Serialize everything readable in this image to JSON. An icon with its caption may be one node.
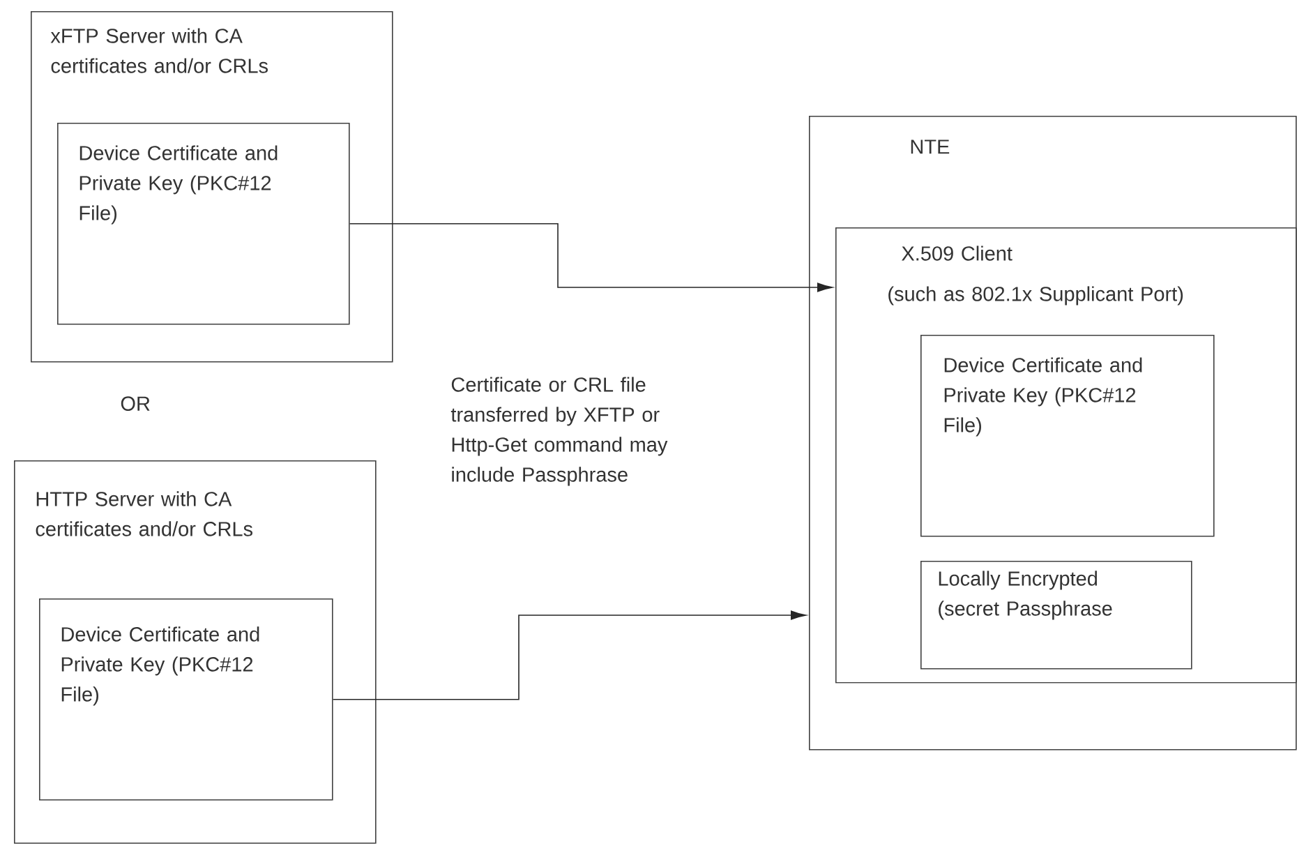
{
  "diagram": {
    "nodes": [
      {
        "text": [
          "xFTP Server with CA certificates and/or CRLs"
        ]
      },
      {
        "text": [
          "Device Certificate and Private Key (PKC#12 File)"
        ],
        "in": 0
      },
      {
        "text": [
          "HTTP Server with CA certificates and/or CRLs"
        ]
      },
      {
        "text": [
          "Device Certificate and Private Key (PKC#12 File)"
        ],
        "in": 2
      },
      {
        "text": [
          "NTE"
        ]
      },
      {
        "text": [
          "X.509 Client",
          "(such as 802.1x Supplicant Port)"
        ],
        "in": 4
      },
      {
        "text": [
          "Device Certificate and Private Key (PKC#12 File)"
        ],
        "in": 5
      },
      {
        "text": [
          "Locally Encrypted (secret Passphrase"
        ],
        "in": 5
      }
    ],
    "edges": [
      {
        "from": 1,
        "to": 5,
        "arrow": "to"
      },
      {
        "from": 3,
        "to": 4,
        "arrow": "to"
      }
    ],
    "labels": [
      "OR",
      "Certificate or CRL file transferred by XFTP or Http-Get command may include Passphrase"
    ]
  }
}
